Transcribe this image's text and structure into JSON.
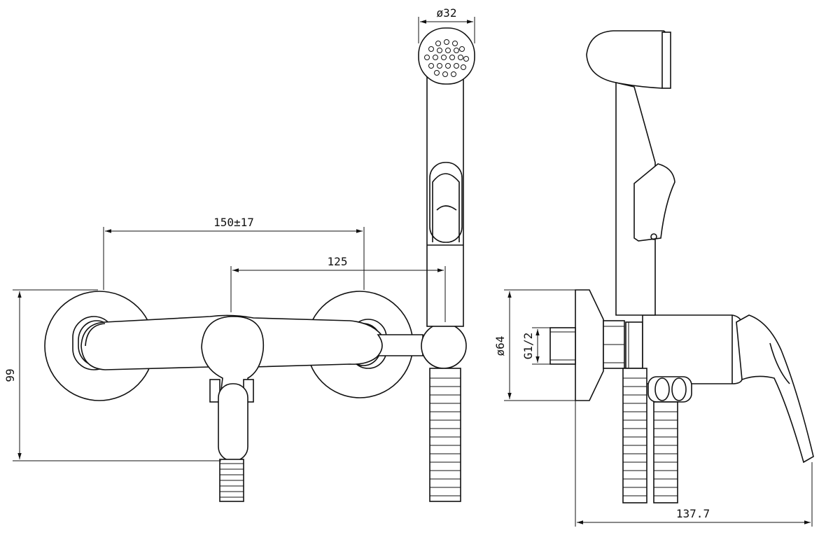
{
  "dimensions": {
    "d_spacing": "150±17",
    "d_125": "125",
    "d_99": "99",
    "d_32": "ø32",
    "d_64": "ø64",
    "d_thread": "G1/2",
    "d_1377": "137.7"
  },
  "colors": {
    "line": "#111111",
    "background": "#ffffff"
  }
}
